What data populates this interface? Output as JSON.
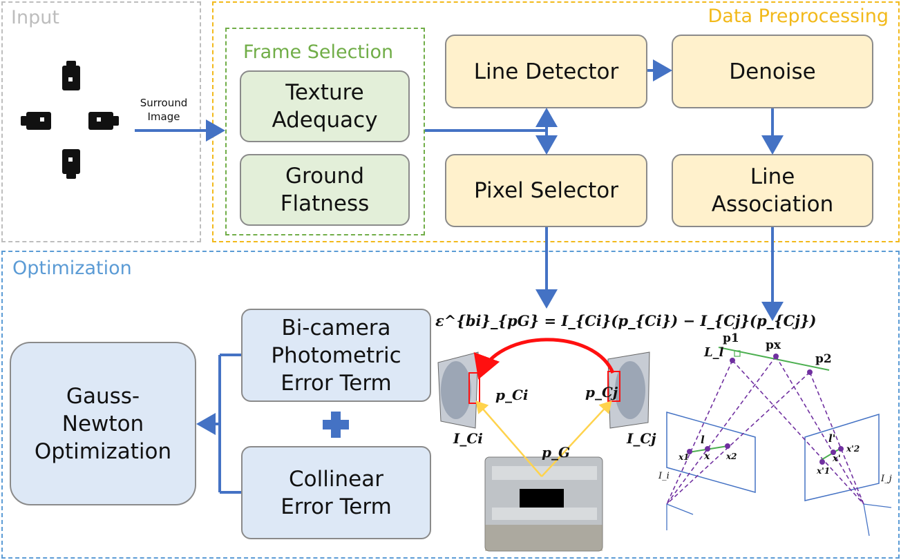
{
  "regions": {
    "input": "Input",
    "preprocessing": "Data Preprocessing",
    "frame_selection": "Frame Selection",
    "optimization": "Optimization"
  },
  "boxes": {
    "texture_adequacy": "Texture\nAdequacy",
    "ground_flatness": "Ground\nFlatness",
    "line_detector": "Line Detector",
    "denoise": "Denoise",
    "pixel_selector": "Pixel Selector",
    "line_association": "Line\nAssociation",
    "bi_camera": "Bi-camera\nPhotometric\nError Term",
    "collinear": "Collinear\nError Term",
    "gauss_newton": "Gauss-\nNewton\nOptimization"
  },
  "labels": {
    "surround_image": "Surround\nImage"
  },
  "math": {
    "photometric_eq": "ε^{bi}_{pG} = I_{Ci}(p_{Ci}) − I_{Cj}(p_{Cj})",
    "p_ci": "p_Ci",
    "p_cj": "p_Cj",
    "i_ci": "I_Ci",
    "i_cj": "I_Cj",
    "p_g": "p_G",
    "p1": "p1",
    "px": "px",
    "p2": "p2",
    "L_l": "L_l",
    "l_i": "l",
    "x1": "x1",
    "x": "x",
    "x2": "x2",
    "l_j": "l'",
    "x1p": "x'1",
    "xp": "x'",
    "x2p": "x'2",
    "I_i": "I_i",
    "I_j": "I_j"
  },
  "colors": {
    "input_border": "#bdbdbd",
    "preprocessing_border": "#f2b91a",
    "frame_selection_border": "#70ad47",
    "optimization_border": "#5b9bd5",
    "arrow": "#4472c4"
  }
}
